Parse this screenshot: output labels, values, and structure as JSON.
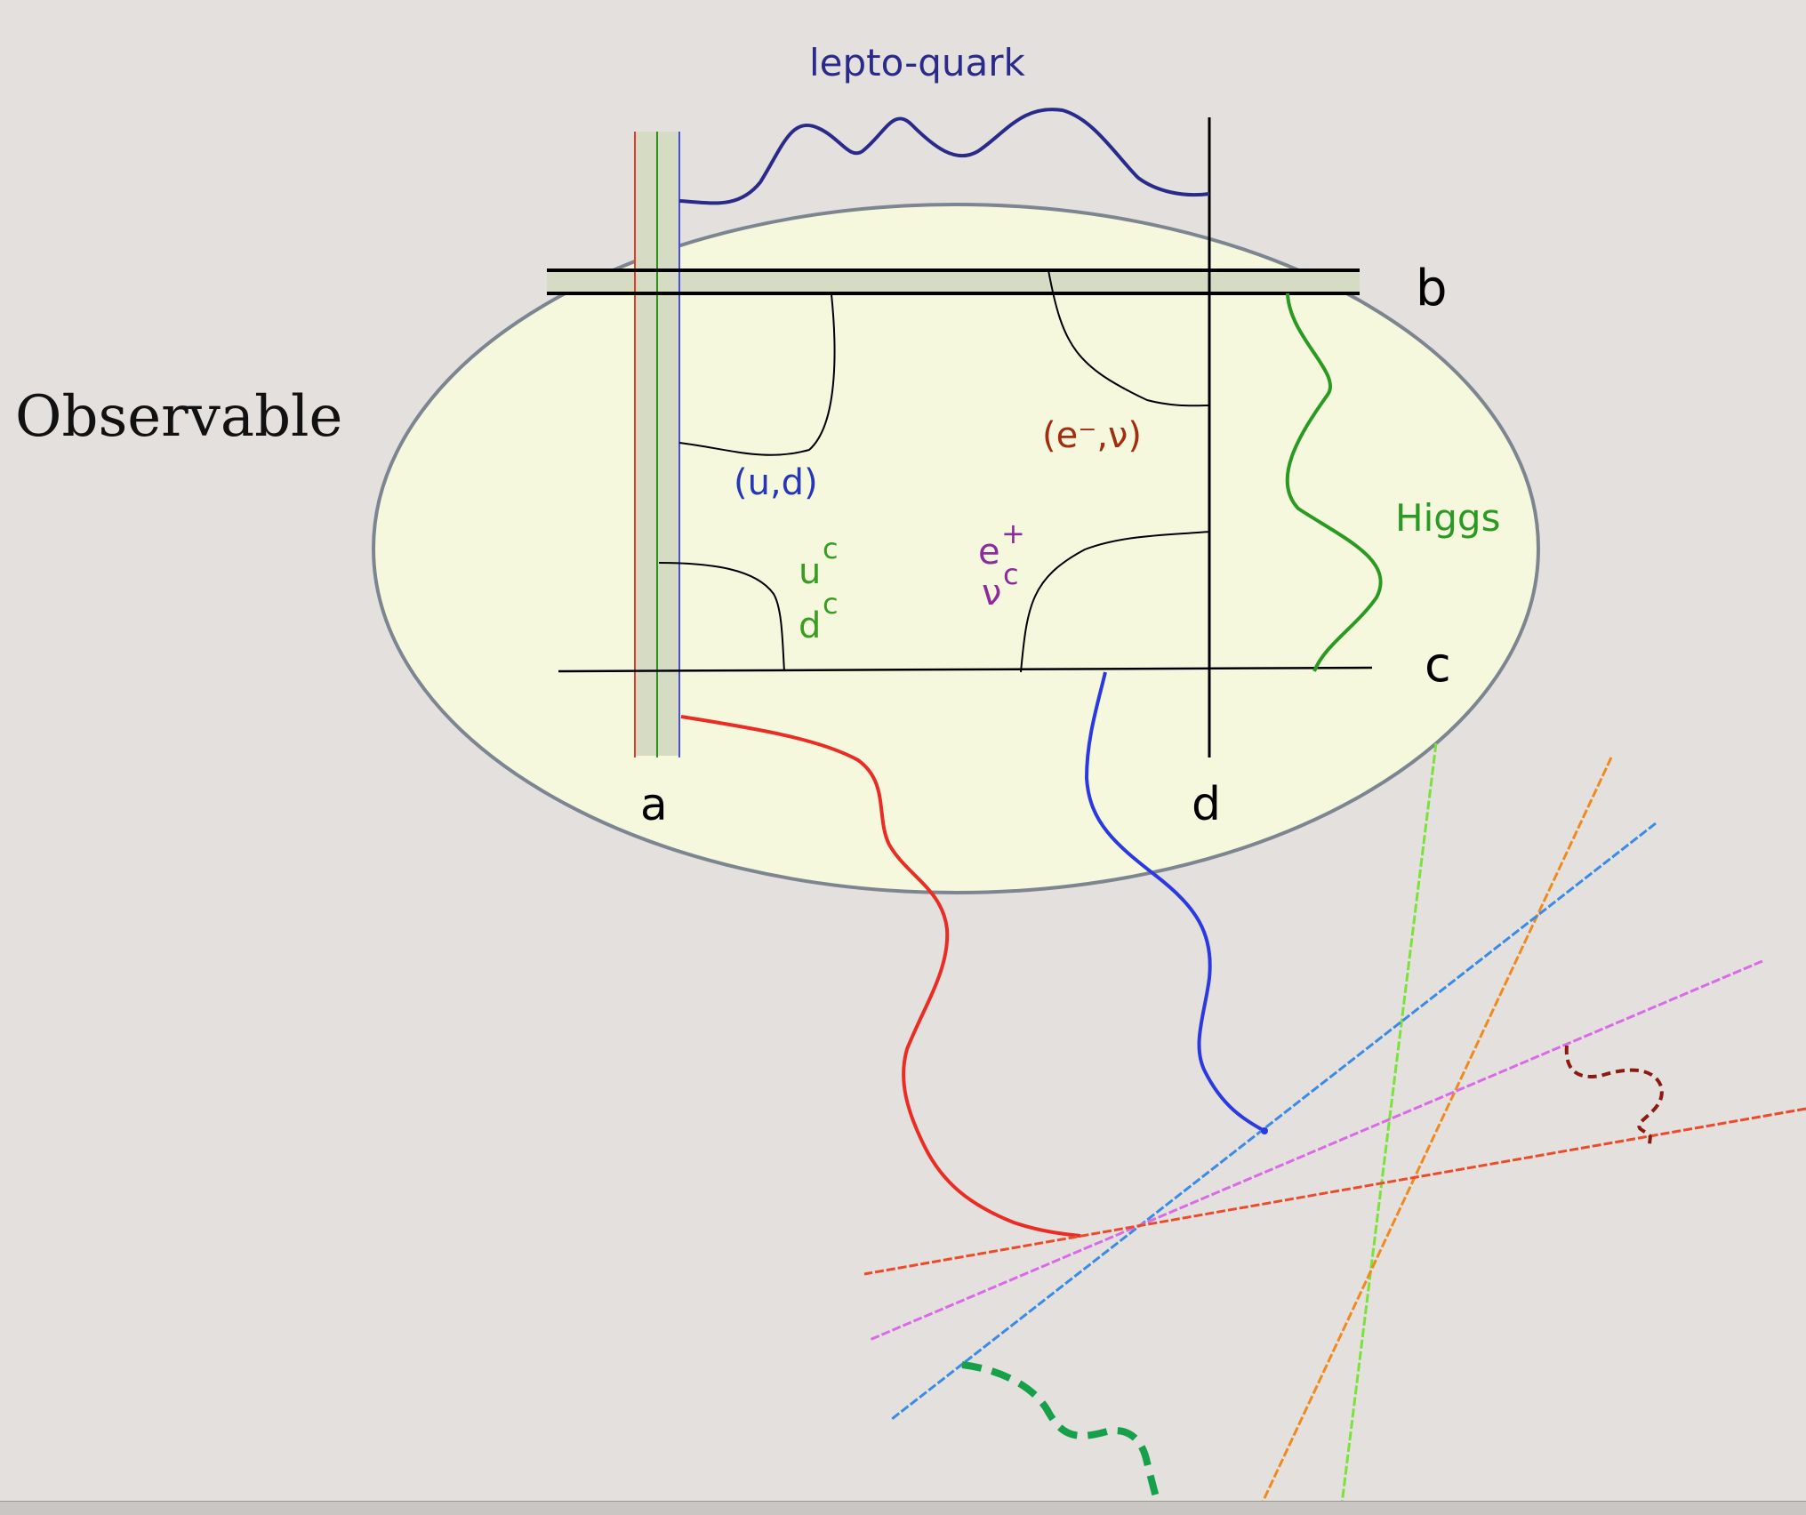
{
  "labels": {
    "observable": "Observable",
    "lepto_quark": "lepto-quark",
    "brane_a": "a",
    "brane_b": "b",
    "brane_c": "c",
    "brane_d": "d",
    "ud": "(u,d)",
    "e_nu": "(e⁻,ν)",
    "higgs": "Higgs",
    "u": "u",
    "d": "d",
    "e": "e",
    "nu": "ν",
    "sup_c": "c",
    "sup_plus": "+"
  },
  "colors": {
    "background": "#e3e0dd",
    "ellipse_fill": "#f5f8dd",
    "ellipse_stroke": "#7d8690",
    "brane_fill": "#d6dcc4",
    "lepto_quark": "#2a2a8a",
    "quark_doublet": "#2636b8",
    "lepton_doublet": "#a22d10",
    "right_quarks": "#3a9d22",
    "right_leptons": "#8d2b9c",
    "higgs": "#2a9a22",
    "red_line": "#ea2c25",
    "blue_line": "#2a39e0",
    "jet_green": "#7be23a",
    "jet_orange": "#f08a1e",
    "jet_blue": "#3a8ae8",
    "jet_violet": "#da6ae8",
    "jet_red": "#ec4a2a",
    "dark_red_dashed": "#8b1a12",
    "green_dashed": "#17a04a"
  }
}
